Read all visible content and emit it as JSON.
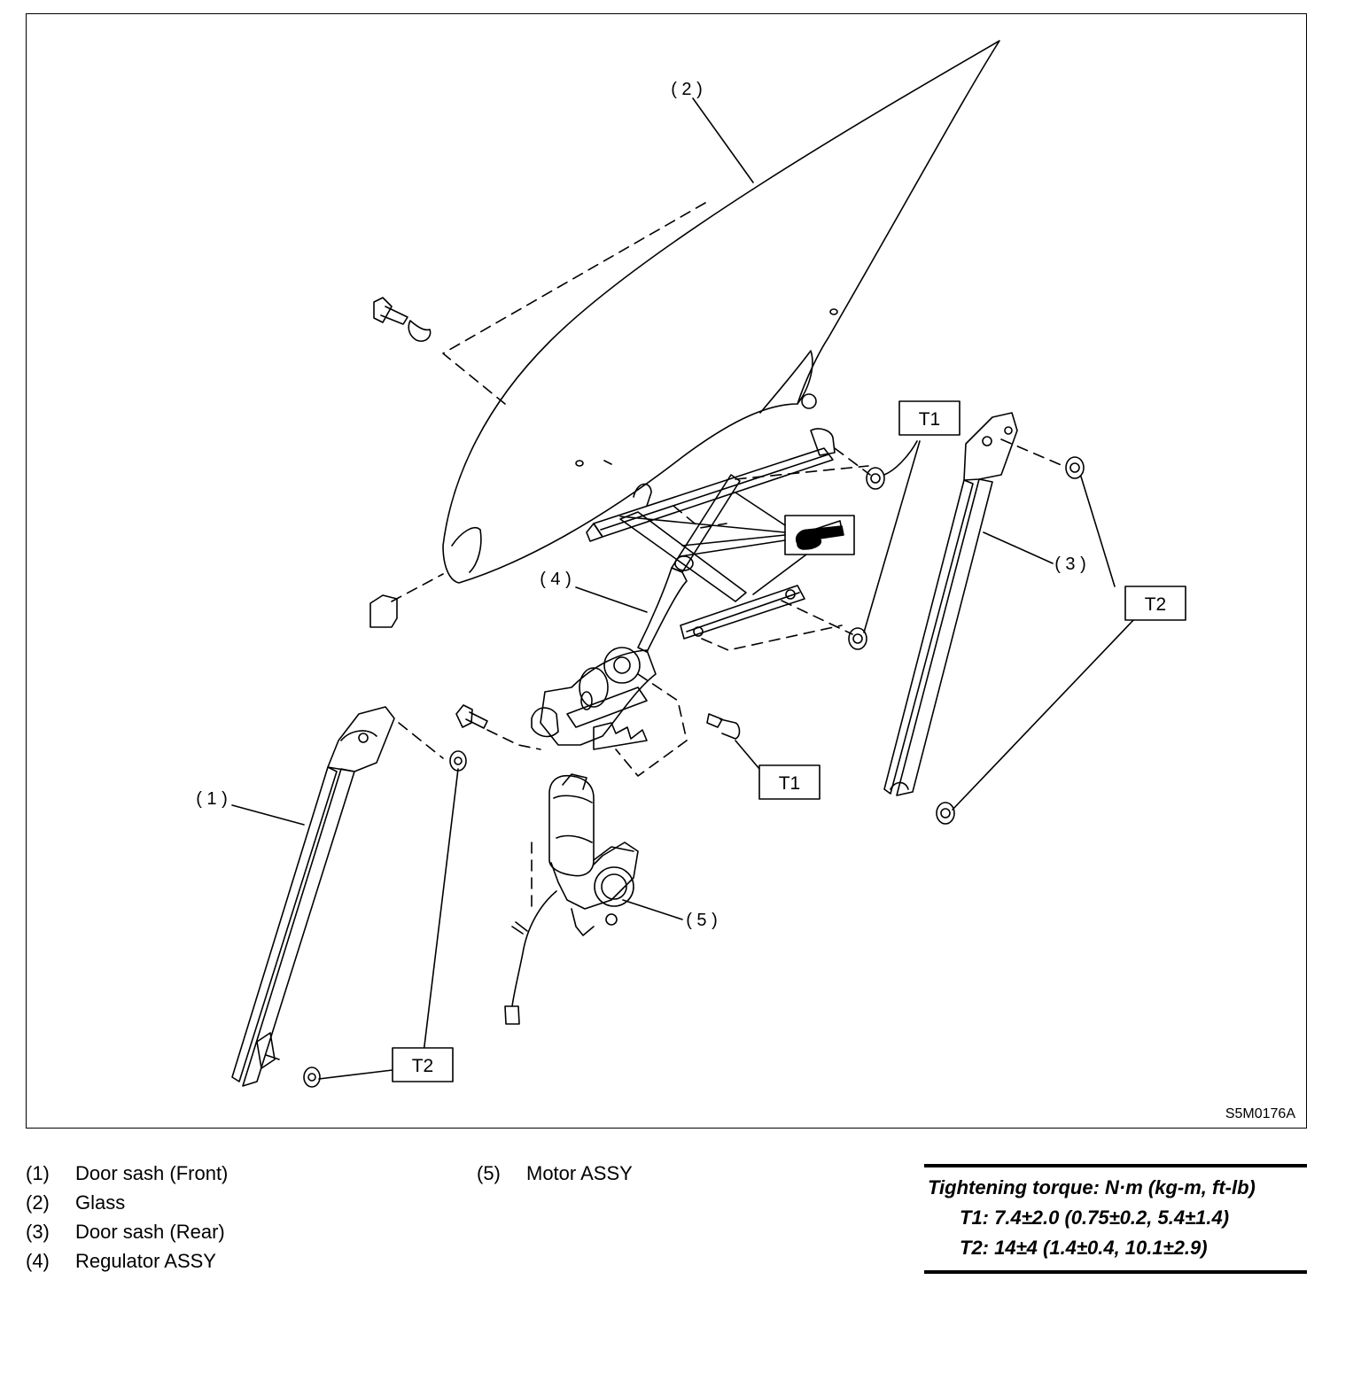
{
  "diagram": {
    "figure_id": "S5M0176A",
    "callouts": {
      "c1": "( 1 )",
      "c2": "( 2 )",
      "c3": "( 3 )",
      "c4": "( 4 )",
      "c5": "( 5 )"
    },
    "torque_tags": {
      "t1_upper": "T1",
      "t1_lower": "T1",
      "t2_right": "T2",
      "t2_left": "T2"
    },
    "grease_icon": "grease-hand-icon"
  },
  "legend": {
    "items": [
      {
        "num": "(1)",
        "label": "Door sash (Front)"
      },
      {
        "num": "(2)",
        "label": "Glass"
      },
      {
        "num": "(3)",
        "label": "Door sash (Rear)"
      },
      {
        "num": "(4)",
        "label": "Regulator ASSY"
      },
      {
        "num": "(5)",
        "label": "Motor ASSY"
      }
    ]
  },
  "torque_spec": {
    "title": "Tightening torque: N·m (kg-m, ft-lb)",
    "t1": "T1: 7.4±2.0 (0.75±0.2, 5.4±1.4)",
    "t2": "T2: 14±4 (1.4±0.4, 10.1±2.9)"
  }
}
